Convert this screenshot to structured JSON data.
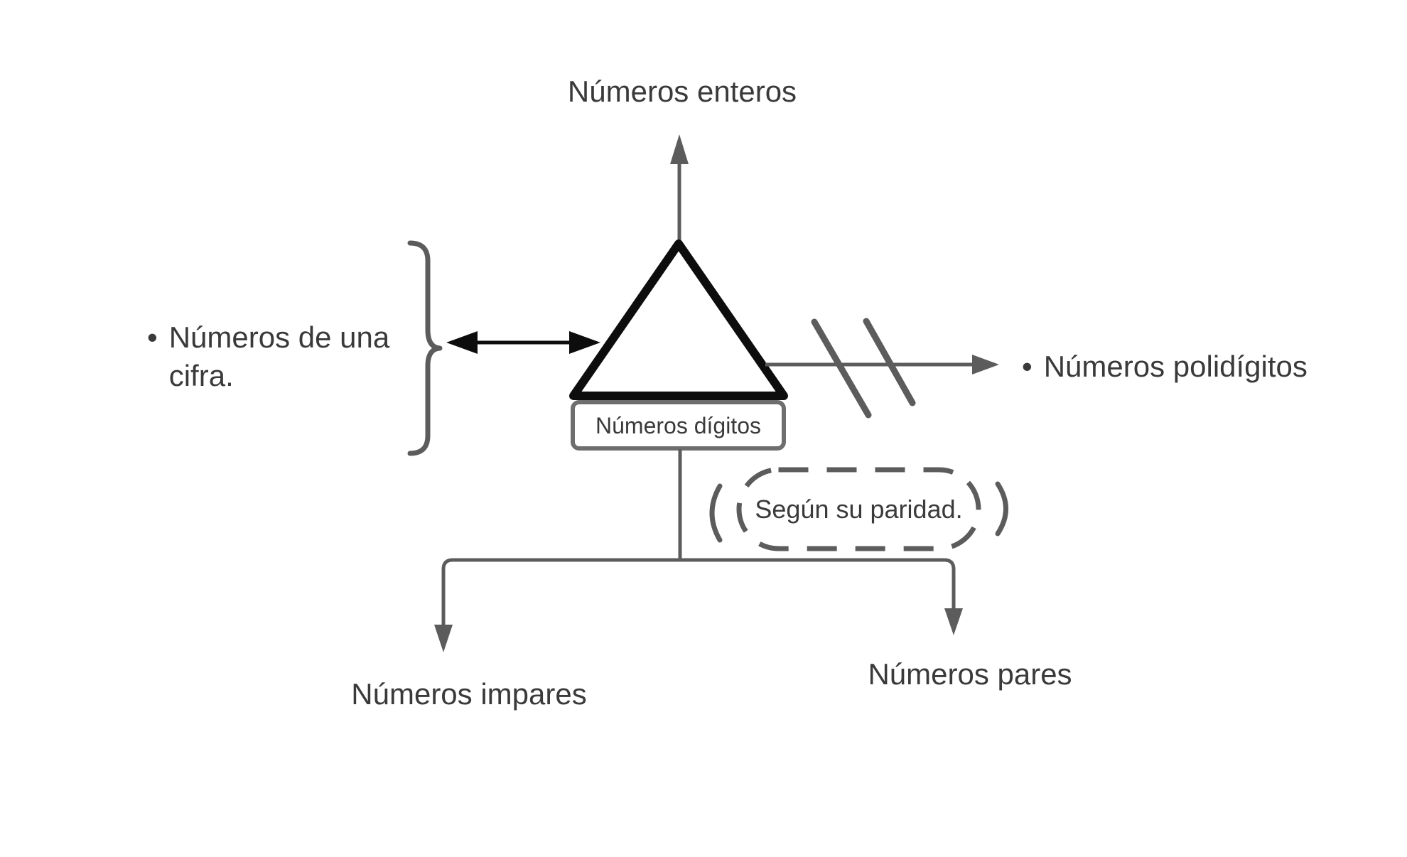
{
  "diagram": {
    "title": "Números enteros",
    "center_shape": {
      "shape": "triangle",
      "label": "Números dígitos"
    },
    "left_note": {
      "bullet": "•",
      "line1": "Números de una",
      "line2": "cifra."
    },
    "right_note": {
      "bullet": "•",
      "label": "Números polidígitos"
    },
    "parity_note": {
      "label": "Según su paridad."
    },
    "bottom_left_label": "Números impares",
    "bottom_right_label": "Números pares",
    "colors": {
      "connector": "#5c5c5c",
      "shape_black": "#0d0d0d",
      "text": "#3a3a3a",
      "background": "#ffffff",
      "box_border": "#6e6e6e"
    }
  }
}
